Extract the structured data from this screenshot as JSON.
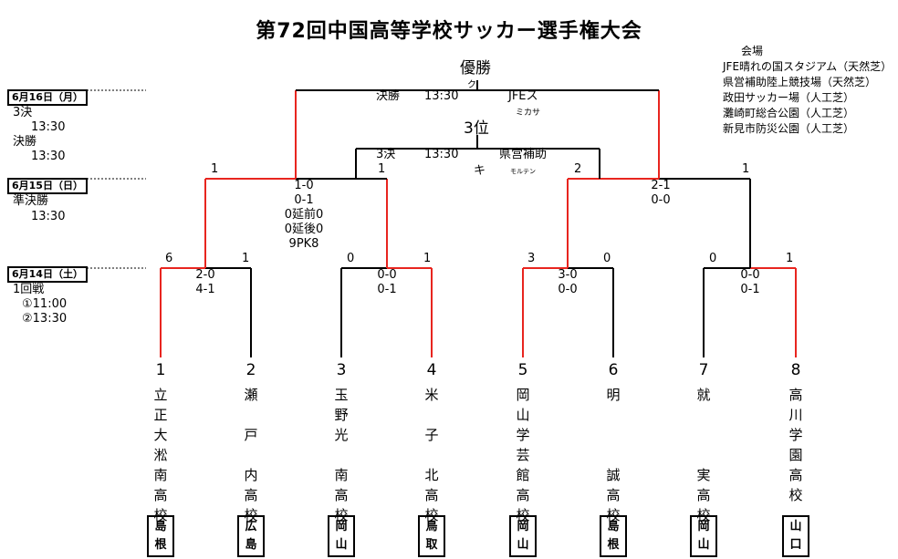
{
  "title": "第72回中国高等学校サッカー選手権大会",
  "champion_label": "優勝",
  "third_label": "3位",
  "final_mark": "ク",
  "third_mark": "キ",
  "venues": {
    "heading": "会場",
    "list": [
      "JFE晴れの国スタジアム（天然芝）",
      "県営補助陸上競技場（天然芝）",
      "政田サッカー場（人工芝）",
      "灘崎町総合公園（人工芝）",
      "新見市防災公園（人工芝）"
    ]
  },
  "schedule": {
    "day3": {
      "date": "6月16日（月）",
      "lines": [
        "3決",
        "13:30",
        "決勝",
        "13:30"
      ]
    },
    "day2": {
      "date": "6月15日（日）",
      "lines": [
        "準決勝",
        "13:30"
      ]
    },
    "day1": {
      "date": "6月14日（土）",
      "lines": [
        "1回戦",
        "①11:00",
        "②13:30"
      ]
    }
  },
  "final": {
    "round": "決勝",
    "time": "13:30",
    "venue": "JFEス",
    "venue_sub": "ミカサ"
  },
  "third_place": {
    "round": "3決",
    "time": "13:30",
    "venue": "県営補助",
    "venue_sub": "モルテン",
    "left_score": "1",
    "right_score": "2"
  },
  "semifinals": [
    {
      "left_score": "1",
      "right_score": "",
      "detail": [
        "1-0",
        "0-1",
        "0延前0",
        "0延後0",
        "9PK8"
      ]
    },
    {
      "left_score": "",
      "right_score": "1",
      "detail": [
        "2-1",
        "0-0"
      ]
    }
  ],
  "first_round": [
    {
      "left_score": "6",
      "right_score": "1",
      "detail": [
        "2-0",
        "4-1"
      ]
    },
    {
      "left_score": "0",
      "right_score": "1",
      "detail": [
        "0-0",
        "0-1"
      ]
    },
    {
      "left_score": "3",
      "right_score": "0",
      "detail": [
        "3-0",
        "0-0"
      ]
    },
    {
      "left_score": "0",
      "right_score": "1",
      "detail": [
        "0-0",
        "0-1"
      ]
    }
  ],
  "teams": [
    {
      "seed": "1",
      "name": [
        "立",
        "正",
        "大",
        "淞",
        "南",
        "高",
        "校"
      ],
      "pref": [
        "島",
        "根"
      ]
    },
    {
      "seed": "2",
      "name": [
        "瀬",
        "",
        "戸",
        "",
        "内",
        "高",
        "校"
      ],
      "pref": [
        "広",
        "島"
      ]
    },
    {
      "seed": "3",
      "name": [
        "玉",
        "野",
        "光",
        "",
        "南",
        "高",
        "校"
      ],
      "pref": [
        "岡",
        "山"
      ]
    },
    {
      "seed": "4",
      "name": [
        "米",
        "",
        "子",
        "",
        "北",
        "高",
        "校"
      ],
      "pref": [
        "鳥",
        "取"
      ]
    },
    {
      "seed": "5",
      "name": [
        "岡",
        "山",
        "学",
        "芸",
        "館",
        "高",
        "校"
      ],
      "pref": [
        "岡",
        "山"
      ]
    },
    {
      "seed": "6",
      "name": [
        "明",
        "",
        "",
        "",
        "誠",
        "高",
        "校"
      ],
      "pref": [
        "島",
        "根"
      ]
    },
    {
      "seed": "7",
      "name": [
        "就",
        "",
        "",
        "",
        "実",
        "高",
        "校"
      ],
      "pref": [
        "岡",
        "山"
      ]
    },
    {
      "seed": "8",
      "name": [
        "高",
        "川",
        "学",
        "園",
        "高",
        "校",
        ""
      ],
      "pref": [
        "山",
        "口"
      ]
    }
  ],
  "colors": {
    "winner_line": "#e8251f",
    "line": "#000000"
  }
}
